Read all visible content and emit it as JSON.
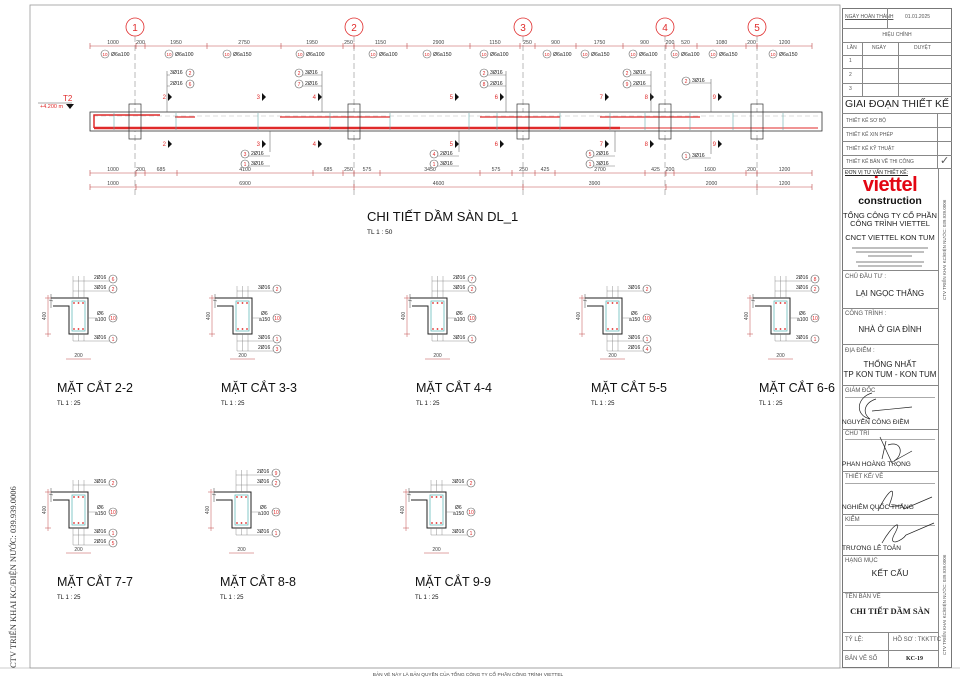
{
  "colors": {
    "rebar": "#e02a2a",
    "dimension": "#c04848",
    "line": "#333333",
    "brand": "#e30613"
  },
  "elevation": {
    "title": "CHI TIẾT DẦM SÀN DL_1",
    "scale": "TL 1 : 50",
    "grid": [
      "1",
      "2",
      "3",
      "4",
      "5"
    ],
    "level": {
      "name": "T2",
      "elevation": "+4.200 m"
    },
    "top_dims": [
      "1000",
      "200",
      "1950",
      "2750",
      "1950",
      "250",
      "1150",
      "2900",
      "1150",
      "250",
      "900",
      "1750",
      "900",
      "200",
      "520",
      "1080",
      "200",
      "1200"
    ],
    "stirrups": [
      {
        "no": "10",
        "spec": "Ø6a100"
      },
      {
        "no": "10",
        "spec": "Ø6a100"
      },
      {
        "no": "10",
        "spec": "Ø6a150"
      },
      {
        "no": "10",
        "spec": "Ø6a100"
      },
      {
        "no": "10",
        "spec": "Ø6a100"
      },
      {
        "no": "10",
        "spec": "Ø6a150"
      },
      {
        "no": "10",
        "spec": "Ø6a100"
      },
      {
        "no": "10",
        "spec": "Ø6a100"
      },
      {
        "no": "10",
        "spec": "Ø6a150"
      },
      {
        "no": "10",
        "spec": "Ø6a100"
      },
      {
        "no": "10",
        "spec": "Ø6a100"
      },
      {
        "no": "10",
        "spec": "Ø6a150"
      },
      {
        "no": "10",
        "spec": "Ø6a150"
      }
    ],
    "bottom_dims_1": [
      "1000",
      "200",
      "685",
      "4100",
      "685",
      "250",
      "575",
      "3450",
      "575",
      "250",
      "425",
      "2700",
      "425",
      "200",
      "1600",
      "200",
      "1200"
    ],
    "bottom_dims_2": [
      "1000",
      "6900",
      "4600",
      "3900",
      "2000",
      "1200"
    ],
    "section_marks": [
      "2",
      "3",
      "4",
      "5",
      "6",
      "7",
      "8",
      "9"
    ],
    "top_callouts": [
      [
        {
          "bar": "3Ø16",
          "no": "2"
        },
        {
          "bar": "2Ø16",
          "no": "6"
        }
      ],
      [
        {
          "bar": "3Ø16",
          "no": "2"
        },
        {
          "bar": "2Ø16",
          "no": "7"
        }
      ],
      [
        {
          "bar": "3Ø16",
          "no": "2"
        },
        {
          "bar": "2Ø16",
          "no": "8"
        }
      ],
      [
        {
          "bar": "3Ø16",
          "no": "2"
        },
        {
          "bar": "2Ø16",
          "no": "9"
        }
      ],
      [
        {
          "bar": "3Ø16",
          "no": "2"
        }
      ]
    ],
    "bottom_callouts": [
      [
        {
          "bar": "2Ø16",
          "no": "3"
        },
        {
          "bar": "3Ø16",
          "no": "1"
        }
      ],
      [
        {
          "bar": "2Ø16",
          "no": "4"
        },
        {
          "bar": "3Ø16",
          "no": "1"
        }
      ],
      [
        {
          "bar": "2Ø16",
          "no": "5"
        },
        {
          "bar": "3Ø16",
          "no": "1"
        }
      ],
      [
        {
          "bar": "3Ø16",
          "no": "1"
        }
      ]
    ]
  },
  "sections": [
    {
      "title": "MẶT CẮT 2-2",
      "scale": "TL 1 : 25",
      "height": "400",
      "width": "200",
      "top": [
        {
          "bar": "2Ø16",
          "no": "6"
        },
        {
          "bar": "3Ø16",
          "no": "2"
        }
      ],
      "stirrup": {
        "d": "Ø6",
        "spacing": "a100",
        "no": "10"
      },
      "bottom": [
        {
          "bar": "3Ø16",
          "no": "1"
        }
      ]
    },
    {
      "title": "MẶT CẮT 3-3",
      "scale": "TL 1 : 25",
      "height": "400",
      "width": "200",
      "top": [
        {
          "bar": "3Ø16",
          "no": "2"
        }
      ],
      "stirrup": {
        "d": "Ø6",
        "spacing": "a150",
        "no": "10"
      },
      "bottom": [
        {
          "bar": "3Ø16",
          "no": "1"
        },
        {
          "bar": "2Ø16",
          "no": "3"
        }
      ]
    },
    {
      "title": "MẶT CẮT 4-4",
      "scale": "TL 1 : 25",
      "height": "400",
      "width": "200",
      "top": [
        {
          "bar": "2Ø16",
          "no": "7"
        },
        {
          "bar": "3Ø16",
          "no": "2"
        }
      ],
      "stirrup": {
        "d": "Ø6",
        "spacing": "a100",
        "no": "10"
      },
      "bottom": [
        {
          "bar": "3Ø16",
          "no": "1"
        }
      ]
    },
    {
      "title": "MẶT CẮT 5-5",
      "scale": "TL 1 : 25",
      "height": "400",
      "width": "200",
      "top": [
        {
          "bar": "3Ø16",
          "no": "2"
        }
      ],
      "stirrup": {
        "d": "Ø6",
        "spacing": "a150",
        "no": "10"
      },
      "bottom": [
        {
          "bar": "3Ø16",
          "no": "1"
        },
        {
          "bar": "2Ø16",
          "no": "4"
        }
      ]
    },
    {
      "title": "MẶT CẮT 6-6",
      "scale": "TL 1 : 25",
      "height": "400",
      "width": "200",
      "top": [
        {
          "bar": "2Ø16",
          "no": "8"
        },
        {
          "bar": "3Ø16",
          "no": "2"
        }
      ],
      "stirrup": {
        "d": "Ø6",
        "spacing": "a100",
        "no": "10"
      },
      "bottom": [
        {
          "bar": "3Ø16",
          "no": "1"
        }
      ]
    },
    {
      "title": "MẶT CẮT 7-7",
      "scale": "TL 1 : 25",
      "height": "400",
      "width": "200",
      "top": [
        {
          "bar": "3Ø16",
          "no": "2"
        }
      ],
      "stirrup": {
        "d": "Ø6",
        "spacing": "a150",
        "no": "10"
      },
      "bottom": [
        {
          "bar": "3Ø16",
          "no": "1"
        },
        {
          "bar": "2Ø16",
          "no": "5"
        }
      ]
    },
    {
      "title": "MẶT CẮT 8-8",
      "scale": "TL 1 : 25",
      "height": "400",
      "width": "200",
      "top": [
        {
          "bar": "2Ø16",
          "no": "9"
        },
        {
          "bar": "3Ø16",
          "no": "2"
        }
      ],
      "stirrup": {
        "d": "Ø6",
        "spacing": "a100",
        "no": "10"
      },
      "bottom": [
        {
          "bar": "3Ø16",
          "no": "1"
        }
      ]
    },
    {
      "title": "MẶT CẮT 9-9",
      "scale": "TL 1 : 25",
      "height": "400",
      "width": "200",
      "top": [
        {
          "bar": "3Ø16",
          "no": "2"
        }
      ],
      "stirrup": {
        "d": "Ø6",
        "spacing": "a150",
        "no": "10"
      },
      "bottom": [
        {
          "bar": "3Ø16",
          "no": "1"
        }
      ]
    }
  ],
  "title_block": {
    "completion_label": "NGÀY HOÀN THÀNH",
    "completion_date": "01.01.2025",
    "revision_title": "HIỆU CHỈNH",
    "revision_headers": [
      "LẦN",
      "NGÀY",
      "DUYỆT"
    ],
    "revisions": [
      "1",
      "2",
      "3"
    ],
    "stage_title": "GIAI ĐOẠN THIẾT KẾ",
    "stages": [
      "THIẾT KẾ SƠ BỘ",
      "THIẾT KẾ XIN PHÉP",
      "THIẾT KẾ KỸ THUẬT",
      "THIẾT KẾ BẢN VẼ THI CÔNG"
    ],
    "stage_check": "✓",
    "consultant_label": "ĐƠN VỊ TƯ VẤN THIẾT KẾ:",
    "logo_main": "viettel",
    "logo_sub": "construction",
    "company_1": "TỔNG CÔNG TY CỔ PHẦN",
    "company_2": "CÔNG TRÌNH VIETTEL",
    "branch": "CNCT VIETTEL KON TUM",
    "owner_label": "CHỦ ĐẦU TƯ :",
    "owner": "LẠI NGỌC THẮNG",
    "project_label": "CÔNG TRÌNH :",
    "project": "NHÀ Ở GIA ĐÌNH",
    "location_label": "ĐỊA ĐIỂM :",
    "location_1": "THỐNG NHẤT",
    "location_2": "TP KON TUM - KON TUM",
    "director_label": "GIÁM ĐỐC",
    "director": "NGUYỄN CÔNG ĐIỀM",
    "lead_label": "CHỦ TRÌ",
    "lead": "PHAN HOÀNG TRỌNG",
    "designer_label": "THIẾT KẾ/ VẼ",
    "designer": "NGHIÊM QUỐC THẮNG",
    "checker_label": "KIỂM",
    "checker": "TRƯƠNG LÊ TOẢN",
    "category_label": "HẠNG MỤC",
    "category": "KẾT CẤU",
    "sheet_name_label": "TÊN BẢN VẼ",
    "sheet_name": "CHI TIẾT DẦM SÀN",
    "scale_label": "TỶ LỆ:",
    "file_label": "HỒ SƠ : TKKTTC",
    "sheet_no_label": "BẢN VẼ SỐ",
    "sheet_no": "KC-19"
  },
  "side_note": "CTV TRIỂN KHAI KC/ĐIỆN NƯỚC: 039.939.0006",
  "footer": "BẢN VẼ NÀY LÀ BẢN QUYỀN CỦA TỔNG CÔNG TY CỔ PHẦN CÔNG TRÌNH VIETTEL"
}
